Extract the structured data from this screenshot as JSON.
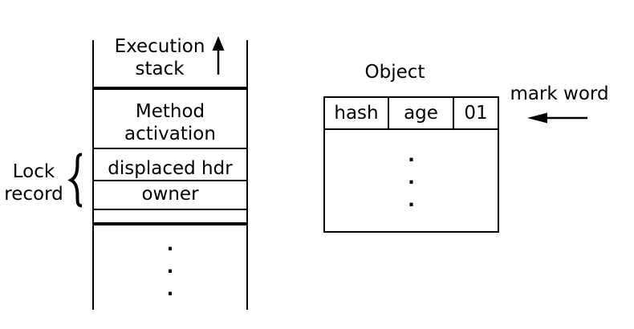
{
  "colors": {
    "ink": "#000000",
    "background": "#ffffff"
  },
  "stack": {
    "title_lines": [
      "Execution",
      "stack"
    ],
    "method_activation_lines": [
      "Method",
      "activation"
    ],
    "lock_record_rows": [
      "displaced hdr",
      "owner"
    ],
    "ellipsis_dots": [
      ".",
      ".",
      "."
    ]
  },
  "lock_record_label": {
    "lines": [
      "Lock",
      "record"
    ]
  },
  "object": {
    "title": "Object",
    "header_cells": [
      "hash",
      "age",
      "01"
    ],
    "ellipsis_dots": [
      ".",
      ".",
      "."
    ]
  },
  "mark_word": {
    "label": "mark word"
  }
}
